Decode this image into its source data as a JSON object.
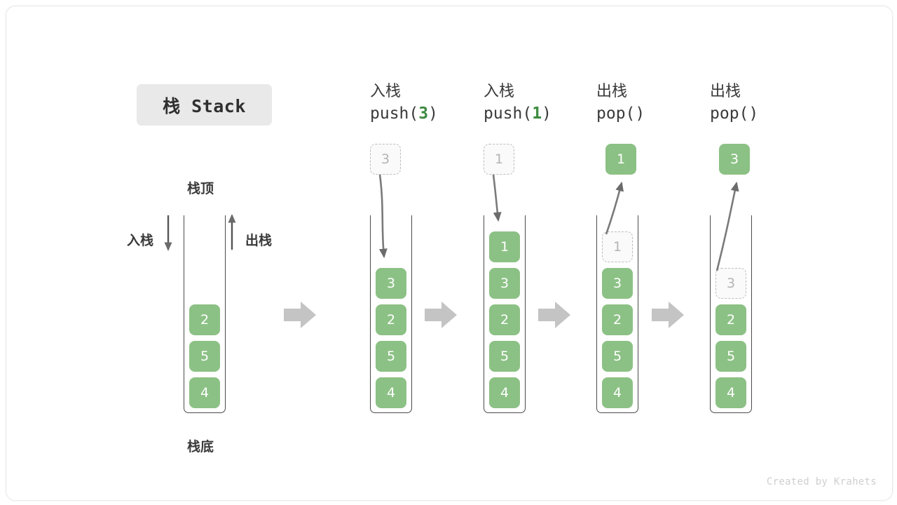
{
  "card": {
    "title_badge": "栈 Stack",
    "credit": "Created by Krahets"
  },
  "labels": {
    "top": "栈顶",
    "bottom": "栈底",
    "push_side": "入栈",
    "pop_side": "出栈"
  },
  "colors": {
    "cell_fill": "#8cc185",
    "cell_text": "#ffffff",
    "ghost_fill": "#fafafa",
    "ghost_border": "#bdbdbd",
    "ghost_text": "#b4b4b4",
    "accent_green": "#3d8b40",
    "arrow_gray": "#6b6b6b",
    "step_arrow_gray": "#c4c4c4",
    "container_border": "#4a4a4a",
    "badge_bg": "#e9e9e9",
    "text": "#3a3a3a"
  },
  "columns": [
    {
      "id": "initial",
      "header_op": "",
      "header_call": "",
      "header_arg": "",
      "floating": null,
      "cells": [
        "2",
        "5",
        "4"
      ],
      "ghost_index": -1
    },
    {
      "id": "push-3",
      "header_op": "入栈",
      "header_call_prefix": "push(",
      "header_arg": "3",
      "header_call_suffix": ")",
      "floating": {
        "value": "3",
        "style": "ghost"
      },
      "cells": [
        "3",
        "2",
        "5",
        "4"
      ],
      "ghost_index": -1
    },
    {
      "id": "push-1",
      "header_op": "入栈",
      "header_call_prefix": "push(",
      "header_arg": "1",
      "header_call_suffix": ")",
      "floating": {
        "value": "1",
        "style": "ghost"
      },
      "cells": [
        "1",
        "3",
        "2",
        "5",
        "4"
      ],
      "ghost_index": -1
    },
    {
      "id": "pop-1",
      "header_op": "出栈",
      "header_call_prefix": "pop(",
      "header_arg": "",
      "header_call_suffix": ")",
      "floating": {
        "value": "1",
        "style": "filled"
      },
      "cells": [
        "1",
        "3",
        "2",
        "5",
        "4"
      ],
      "ghost_index": 0
    },
    {
      "id": "pop-3",
      "header_op": "出栈",
      "header_call_prefix": "pop(",
      "header_arg": "",
      "header_call_suffix": ")",
      "floating": {
        "value": "3",
        "style": "filled"
      },
      "cells": [
        "3",
        "2",
        "5",
        "4"
      ],
      "ghost_index": 0
    }
  ],
  "step_arrows_count": 4
}
